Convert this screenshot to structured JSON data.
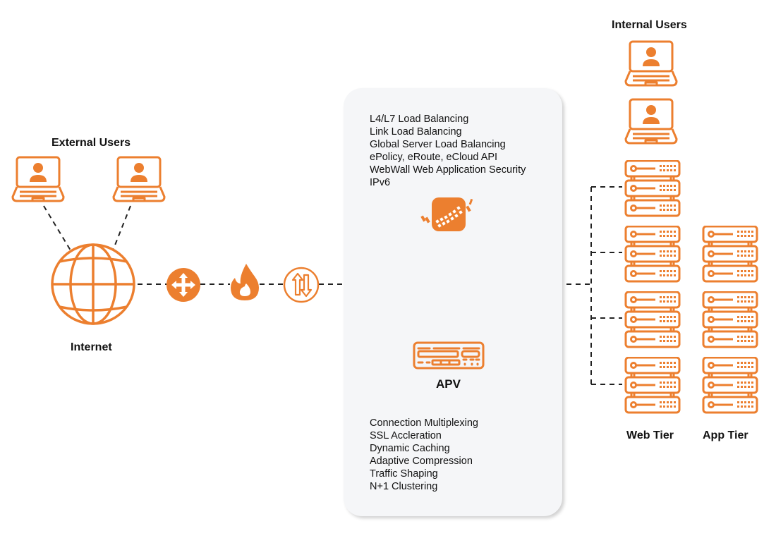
{
  "colors": {
    "accent": "#ec7f2f",
    "panel_bg": "#f5f6f8",
    "link": "#222222",
    "text": "#111111"
  },
  "labels": {
    "external_users": "External Users",
    "internal_users": "Internal Users",
    "internet": "Internet",
    "apv": "APV",
    "web_tier": "Web Tier",
    "app_tier": "App Tier"
  },
  "panel": {
    "top_features": [
      "L4/L7 Load Balancing",
      "Link Load Balancing",
      "Global Server Load Balancing",
      "ePolicy, eRoute, eCloud API",
      "WebWall Web Application Security",
      "IPv6"
    ],
    "bottom_features": [
      "Connection Multiplexing",
      "SSL Accleration",
      "Dynamic Caching",
      "Adaptive Compression",
      "Traffic Shaping",
      "N+1 Clustering"
    ]
  },
  "icons": {
    "external_user_1": "laptop-user-icon",
    "external_user_2": "laptop-user-icon",
    "internal_user_1": "laptop-user-icon",
    "internal_user_2": "laptop-user-icon",
    "internet": "globe-icon",
    "router": "move-arrows-icon",
    "firewall": "flame-icon",
    "switch": "up-down-arrows-icon",
    "logo": "array-logo-icon",
    "apv": "appliance-icon",
    "server": "server-stack-icon"
  }
}
